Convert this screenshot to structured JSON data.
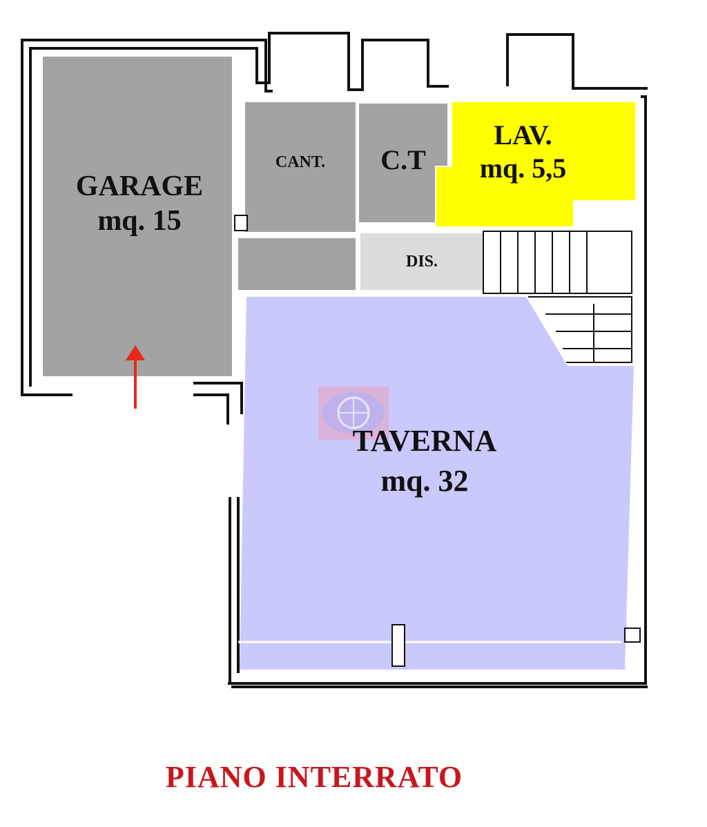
{
  "plan": {
    "title": "PIANO INTERRATO",
    "rooms": [
      {
        "name": "GARAGE",
        "area": "mq. 15"
      },
      {
        "name": "CANT."
      },
      {
        "name": "C.T"
      },
      {
        "name": "LAV.",
        "area": "mq. 5,5"
      },
      {
        "name": "DIS."
      },
      {
        "name": "TAVERNA",
        "area": "mq. 32"
      }
    ],
    "colors": {
      "garage": "#a3a3a3",
      "lav": "#ffff00",
      "taverna": "#c9c9fb",
      "dis": "#dcdcdc",
      "title": "#c8161d"
    }
  }
}
